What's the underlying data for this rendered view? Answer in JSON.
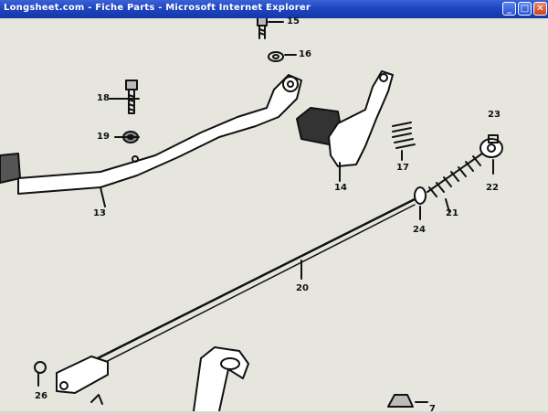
{
  "window": {
    "title": "Longsheet.com - Fiche Parts - Microsoft Internet Explorer",
    "buttons": {
      "minimize": "_",
      "maximize": "□",
      "close": "✕"
    }
  },
  "diagram": {
    "labels": {
      "p15": "15",
      "p16": "16",
      "p18": "18",
      "p19": "19",
      "p13": "13",
      "p14": "14",
      "p17": "17",
      "p23": "23",
      "p22": "22",
      "p21": "21",
      "p24": "24",
      "p20": "20",
      "p26": "26",
      "p7": "7"
    }
  },
  "colors": {
    "titlebar": "#1f45c0",
    "page": "#e6e6df",
    "ink": "#111111"
  }
}
